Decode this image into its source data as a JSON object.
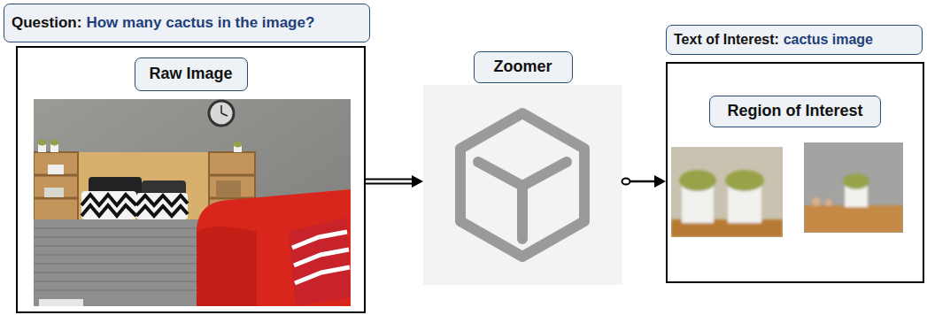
{
  "diagram": {
    "nodes": [
      {
        "text": [
          "Question:",
          "How many cactus in the image?"
        ]
      },
      {
        "text": [
          "Raw Image"
        ]
      },
      {
        "text": [
          "Zoomer"
        ]
      },
      {
        "text": [
          "Text of Interest:",
          "cactus image"
        ]
      },
      {
        "text": [
          "Region of Interest"
        ]
      }
    ],
    "edges": [
      {
        "from": 1,
        "to": 2,
        "arrow": "to"
      },
      {
        "from": 2,
        "to": 4,
        "arrow": "to"
      }
    ]
  }
}
